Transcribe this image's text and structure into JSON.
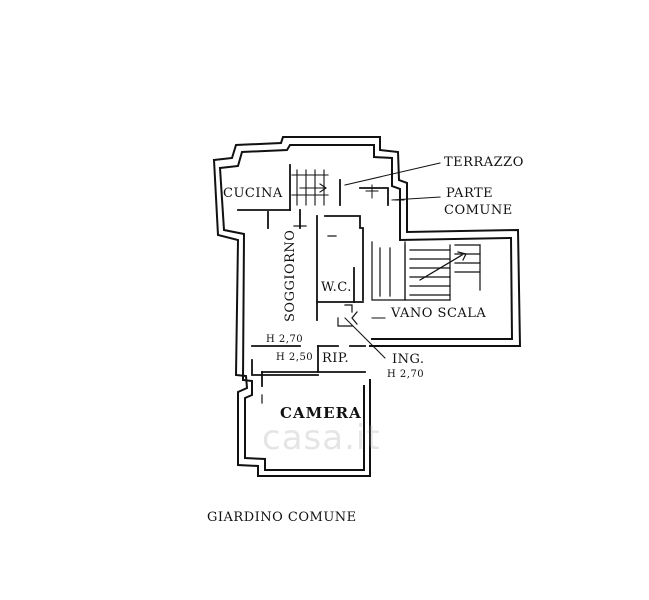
{
  "labels": {
    "terrazzo": "TERRAZZO",
    "parte": "PARTE",
    "comune": "COMUNE",
    "cucina": "CUCINA",
    "soggiorno": "SOGGIORNO",
    "wc": "W.C.",
    "vano_scala": "VANO SCALA",
    "h_270": "H 2,70",
    "h_250": "H 2,50",
    "rip": "RIP.",
    "ing": "ING.",
    "ing_h": "H 2,70",
    "camera": "CAMERA",
    "giardino": "GIARDINO COMUNE"
  },
  "watermark": "casa.it",
  "colors": {
    "line": "#111111",
    "background": "#ffffff",
    "watermark": "#a0a0a0"
  }
}
